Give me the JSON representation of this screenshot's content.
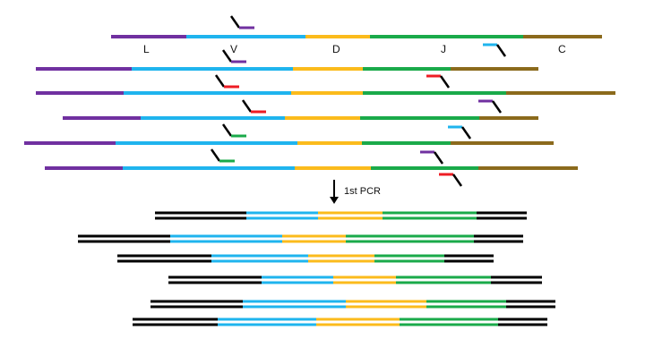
{
  "colors": {
    "L": "#7030a0",
    "V": "#1fb4ee",
    "D": "#fbbb1c",
    "J": "#1aaa4a",
    "C": "#8b6a1c",
    "adapter": "#000000",
    "primer_red": "#ee1c24"
  },
  "segment_labels": [
    {
      "key": "L",
      "text": "L"
    },
    {
      "key": "V",
      "text": "V"
    },
    {
      "key": "D",
      "text": "D"
    },
    {
      "key": "J",
      "text": "J"
    },
    {
      "key": "C",
      "text": "C"
    }
  ],
  "step_label": "1st PCR",
  "icons": [
    "down-arrow-icon",
    "primer-icon"
  ]
}
